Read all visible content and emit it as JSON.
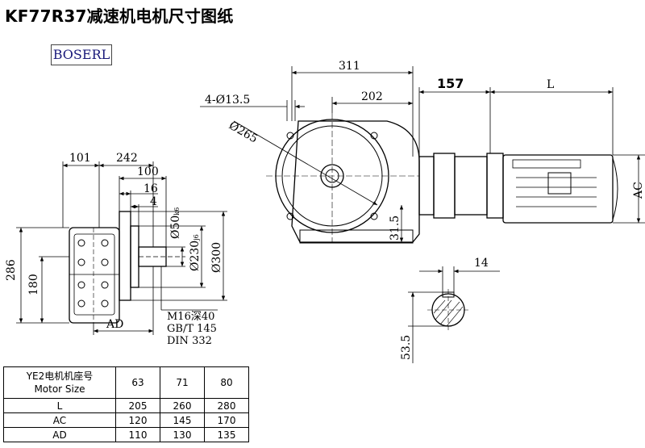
{
  "title": "KF77R37减速机电机尺寸图纸",
  "brand": "BOSERL",
  "dims": {
    "d311": "311",
    "d202": "202",
    "d157": "157",
    "dL": "L",
    "dholes": "4-Ø13.5",
    "d265": "Ø265",
    "dAC": "AC",
    "d315": "31.5",
    "d14": "14",
    "d535": "53.5",
    "d101": "101",
    "d242": "242",
    "d100": "100",
    "d16": "16",
    "d4": "4",
    "d286": "286",
    "d180": "180",
    "d50": "Ø50",
    "d50tol": "k6",
    "d230": "Ø230",
    "d230tol": "j6",
    "d300": "Ø300",
    "dAD": "AD"
  },
  "notes": {
    "line1": "M16深40",
    "line2": "GB/T 145",
    "line3": "DIN 332"
  },
  "table": {
    "header_line1": "YE2电机机座号",
    "header_line2": "Motor Size",
    "sizes": [
      "63",
      "71",
      "80"
    ],
    "rows": [
      {
        "label": "L",
        "values": [
          "205",
          "260",
          "280"
        ]
      },
      {
        "label": "AC",
        "values": [
          "120",
          "145",
          "170"
        ]
      },
      {
        "label": "AD",
        "values": [
          "110",
          "130",
          "135"
        ]
      }
    ]
  }
}
